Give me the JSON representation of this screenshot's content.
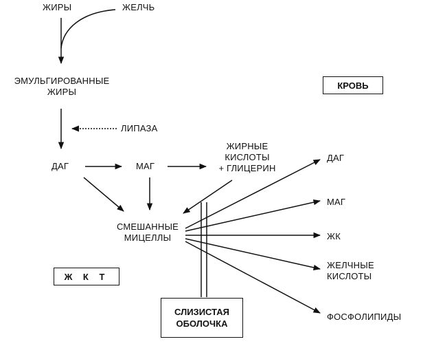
{
  "nodes": {
    "fats": "ЖИРЫ",
    "bile": "ЖЕЛЧЬ",
    "emulsified_line1": "ЭМУЛЬГИРОВАННЫЕ",
    "emulsified_line2": "ЖИРЫ",
    "lipase": "ЛИПАЗА",
    "dag": "ДАГ",
    "mag": "МАГ",
    "fatty_acids_line1": "ЖИРНЫЕ",
    "fatty_acids_line2": "КИСЛОТЫ",
    "fatty_acids_line3": "+ ГЛИЦЕРИН",
    "micelles_line1": "СМЕШАННЫЕ",
    "micelles_line2": "МИЦЕЛЛЫ"
  },
  "outputs": {
    "dag": "ДАГ",
    "mag": "МАГ",
    "fa": "ЖК",
    "bile_acids_line1": "ЖЕЛЧНЫЕ",
    "bile_acids_line2": "КИСЛОТЫ",
    "phospholipids": "ФОСФОЛИПИДЫ"
  },
  "boxes": {
    "blood": "КРОВЬ",
    "gi_tract": "Ж К Т",
    "mucosa_line1": "СЛИЗИСТАЯ",
    "mucosa_line2": "ОБОЛОЧКА"
  }
}
